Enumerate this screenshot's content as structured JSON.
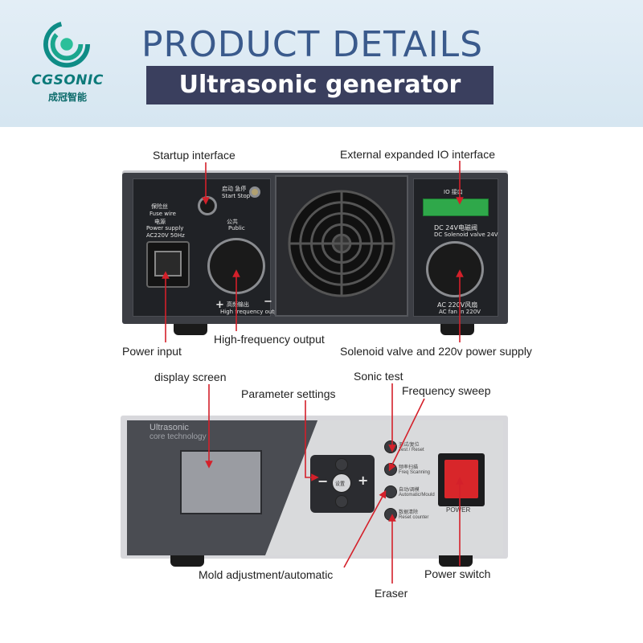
{
  "header": {
    "brand": "CGSONIC",
    "brand_cn": "成冠智能",
    "title": "PRODUCT DETAILS",
    "subtitle": "Ultrasonic generator"
  },
  "back_panel": {
    "labels": {
      "startup": "Startup interface",
      "io": "External expanded IO interface",
      "power_input": "Power input",
      "hf_output": "High-frequency output",
      "solenoid": "Solenoid valve and 220v power supply"
    },
    "markings": {
      "fuse_cn": "保险丝",
      "fuse": "Fuse wire",
      "power_cn": "电源",
      "power_supply": "Power supply",
      "ac": "AC220V 50Hz",
      "start_stop_cn": "启动 急停",
      "start_stop": "Start  Stop",
      "public_cn": "公共",
      "public": "Public",
      "hf_cn": "高频输出",
      "hf": "High frequency output",
      "io_cn": "IO 接口",
      "dc24": "DC 24V电磁阀",
      "dc24_en": "DC Solenoid valve 24V",
      "ac220": "AC 220V风扇",
      "ac220_en": "AC fan in 220V"
    }
  },
  "front_panel": {
    "labels": {
      "display": "display screen",
      "params": "Parameter settings",
      "sonic_test": "Sonic test",
      "sweep": "Frequency sweep",
      "mold": "Mold adjustment/automatic",
      "eraser": "Eraser",
      "power_switch": "Power switch"
    },
    "markings": {
      "brand_line1": "Ultrasonic",
      "brand_line2": "core technology",
      "btn1": "测试/复位",
      "btn1_en": "Test / Reset",
      "btn2": "频率扫描",
      "btn2_en": "Freq Scanning",
      "btn3": "自动/调模",
      "btn3_en": "Automatic/Mould",
      "btn4": "数据清除",
      "btn4_en": "Reset counter",
      "dpad_center": "设置",
      "power": "POWER"
    }
  },
  "colors": {
    "header_bg": "#dbe8f2",
    "title": "#3a5a8c",
    "subtitle_box": "#3a3f5e",
    "brand": "#0c7a7a",
    "arrow": "#d4202a",
    "power_rocker": "#d8262a"
  }
}
